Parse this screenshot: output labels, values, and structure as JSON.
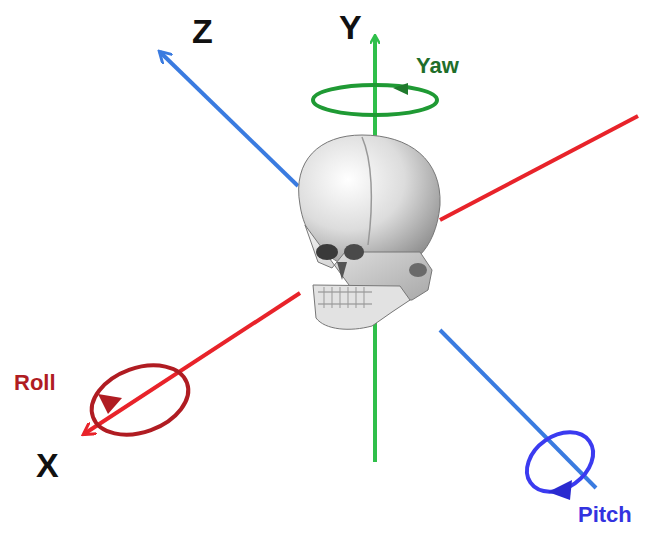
{
  "diagram": {
    "labels": [
      "Z",
      "Y",
      "Yaw",
      "Roll",
      "X",
      "Pitch"
    ]
  }
}
